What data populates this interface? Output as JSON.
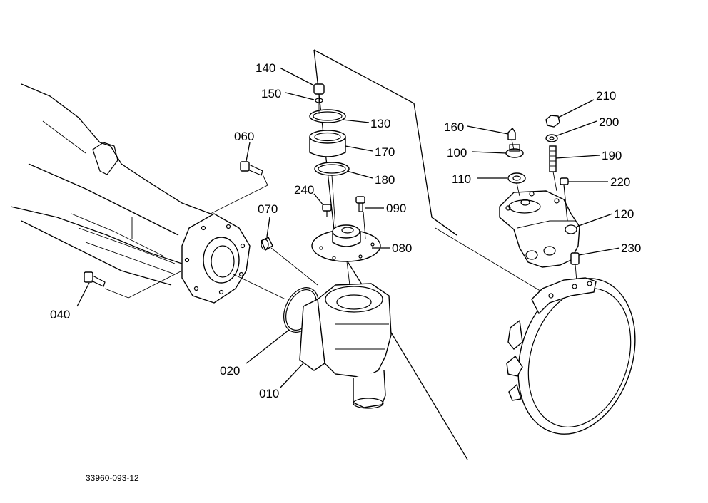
{
  "diagram": {
    "document_code": "33960-093-12",
    "callouts": [
      {
        "id": "140",
        "label": "140"
      },
      {
        "id": "150",
        "label": "150"
      },
      {
        "id": "130",
        "label": "130"
      },
      {
        "id": "170",
        "label": "170"
      },
      {
        "id": "180",
        "label": "180"
      },
      {
        "id": "060",
        "label": "060"
      },
      {
        "id": "240",
        "label": "240"
      },
      {
        "id": "090",
        "label": "090"
      },
      {
        "id": "070",
        "label": "070"
      },
      {
        "id": "080",
        "label": "080"
      },
      {
        "id": "040",
        "label": "040"
      },
      {
        "id": "020",
        "label": "020"
      },
      {
        "id": "010",
        "label": "010"
      },
      {
        "id": "160",
        "label": "160"
      },
      {
        "id": "100",
        "label": "100"
      },
      {
        "id": "110",
        "label": "110"
      },
      {
        "id": "210",
        "label": "210"
      },
      {
        "id": "200",
        "label": "200"
      },
      {
        "id": "190",
        "label": "190"
      },
      {
        "id": "220",
        "label": "220"
      },
      {
        "id": "120",
        "label": "120"
      },
      {
        "id": "230",
        "label": "230"
      }
    ]
  }
}
